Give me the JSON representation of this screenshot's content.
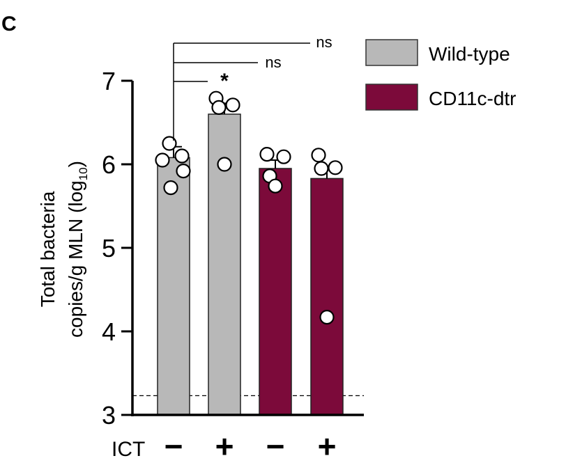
{
  "panel_label": "C",
  "chart_data": {
    "type": "bar",
    "ylabel_line1": "Total bacteria",
    "ylabel_line2_main": "copies/g MLN (log",
    "ylabel_line2_sub": "10",
    "ylabel_line2_end": ")",
    "ylim": [
      3,
      7
    ],
    "yticks": [
      "3",
      "4",
      "5",
      "6",
      "7"
    ],
    "detection_limit": 3.23,
    "xaxis_row_label": "ICT",
    "categories": [
      "−",
      "+",
      "−",
      "+"
    ],
    "bars": [
      {
        "group": "Wild-type",
        "ict": "−",
        "mean": 6.08,
        "sem": 0.13,
        "points": [
          6.25,
          6.1,
          6.05,
          5.92,
          5.72
        ]
      },
      {
        "group": "Wild-type",
        "ict": "+",
        "mean": 6.6,
        "sem": 0.13,
        "points": [
          6.79,
          6.71,
          6.68,
          6.0
        ]
      },
      {
        "group": "CD11c-dtr",
        "ict": "−",
        "mean": 5.95,
        "sem": 0.1,
        "points": [
          6.12,
          6.09,
          5.86,
          5.74
        ]
      },
      {
        "group": "CD11c-dtr",
        "ict": "+",
        "mean": 5.83,
        "sem": 0.13,
        "points": [
          6.11,
          5.96,
          5.95,
          4.17
        ]
      }
    ],
    "legend": {
      "placement": "top-right",
      "entries": [
        {
          "label": "Wild-type",
          "color": "#b8b8b8"
        },
        {
          "label": "CD11c-dtr",
          "color": "#7c0a3a"
        }
      ]
    },
    "significance": [
      {
        "from": 0,
        "to": 1,
        "label": "*"
      },
      {
        "from": 0,
        "to": 2,
        "label": "ns"
      },
      {
        "from": 0,
        "to": 3,
        "label": "ns"
      }
    ]
  }
}
